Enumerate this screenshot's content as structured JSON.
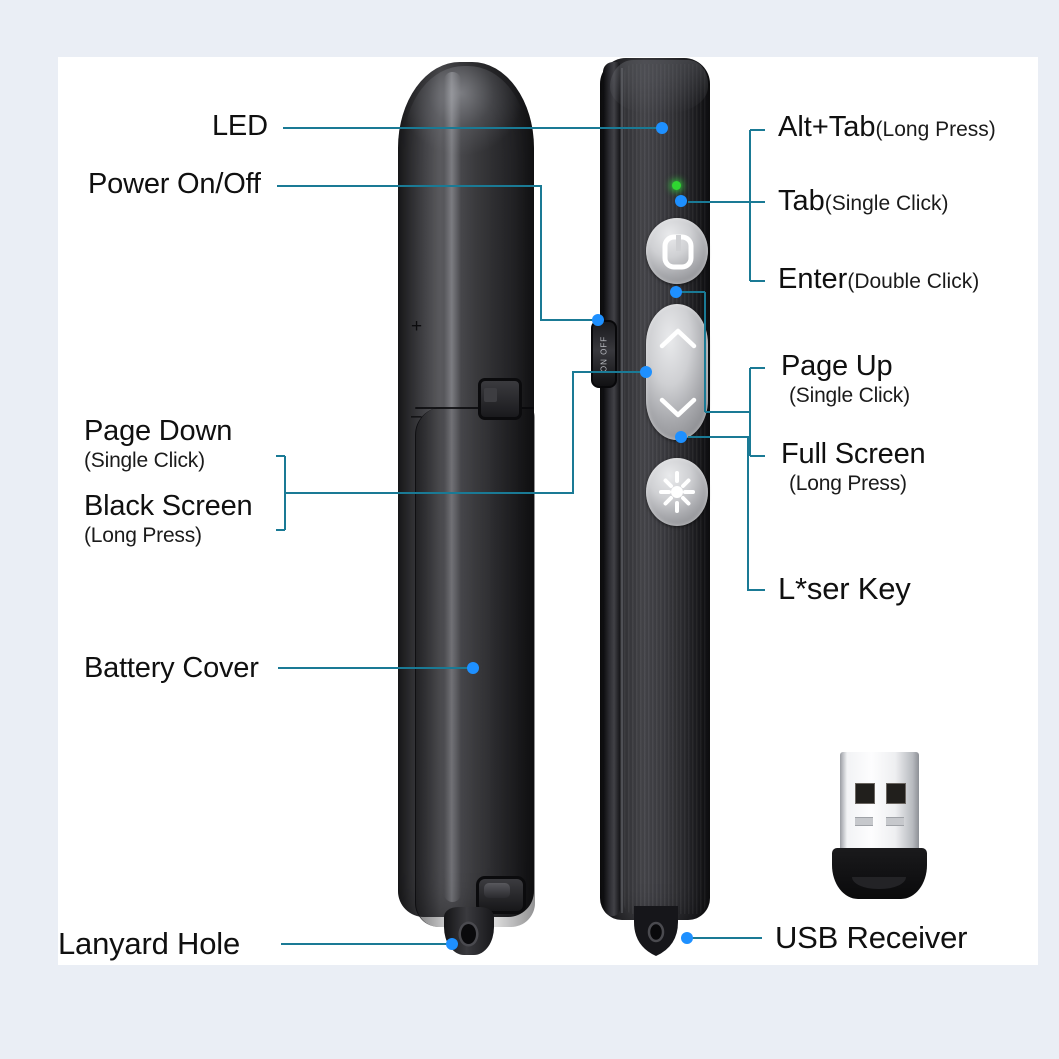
{
  "figure": {
    "kind": "product-callout-diagram",
    "subject": "wireless presenter remote",
    "background_color": "#eaeef5",
    "panel_color": "#ffffff",
    "leader_line_color": "#1a7a95",
    "callout_dot_color": "#1e90ff",
    "led_color": "#2fd631"
  },
  "callouts": {
    "led": {
      "label": "LED"
    },
    "power": {
      "label": "Power On/Off"
    },
    "page_down": {
      "label": "Page Down",
      "sub": "(Single Click)"
    },
    "black_screen": {
      "label": "Black Screen",
      "sub": "(Long Press)"
    },
    "battery_cover": {
      "label": "Battery Cover"
    },
    "lanyard_hole": {
      "label": "Lanyard Hole"
    },
    "alt_tab": {
      "label": "Alt+Tab",
      "sub": "(Long Press)"
    },
    "tab": {
      "label": "Tab",
      "sub": "(Single Click)"
    },
    "enter": {
      "label": "Enter",
      "sub": "(Double Click)"
    },
    "page_up": {
      "label": "Page Up",
      "sub": "(Single Click)"
    },
    "full_screen": {
      "label": "Full Screen",
      "sub": "(Long Press)"
    },
    "laser_key": {
      "label": "L*ser Key"
    },
    "usb_receiver": {
      "label": "USB Receiver"
    }
  },
  "device": {
    "switch_text": "ON OFF",
    "plus_mark": "+",
    "minus_mark": "–"
  }
}
